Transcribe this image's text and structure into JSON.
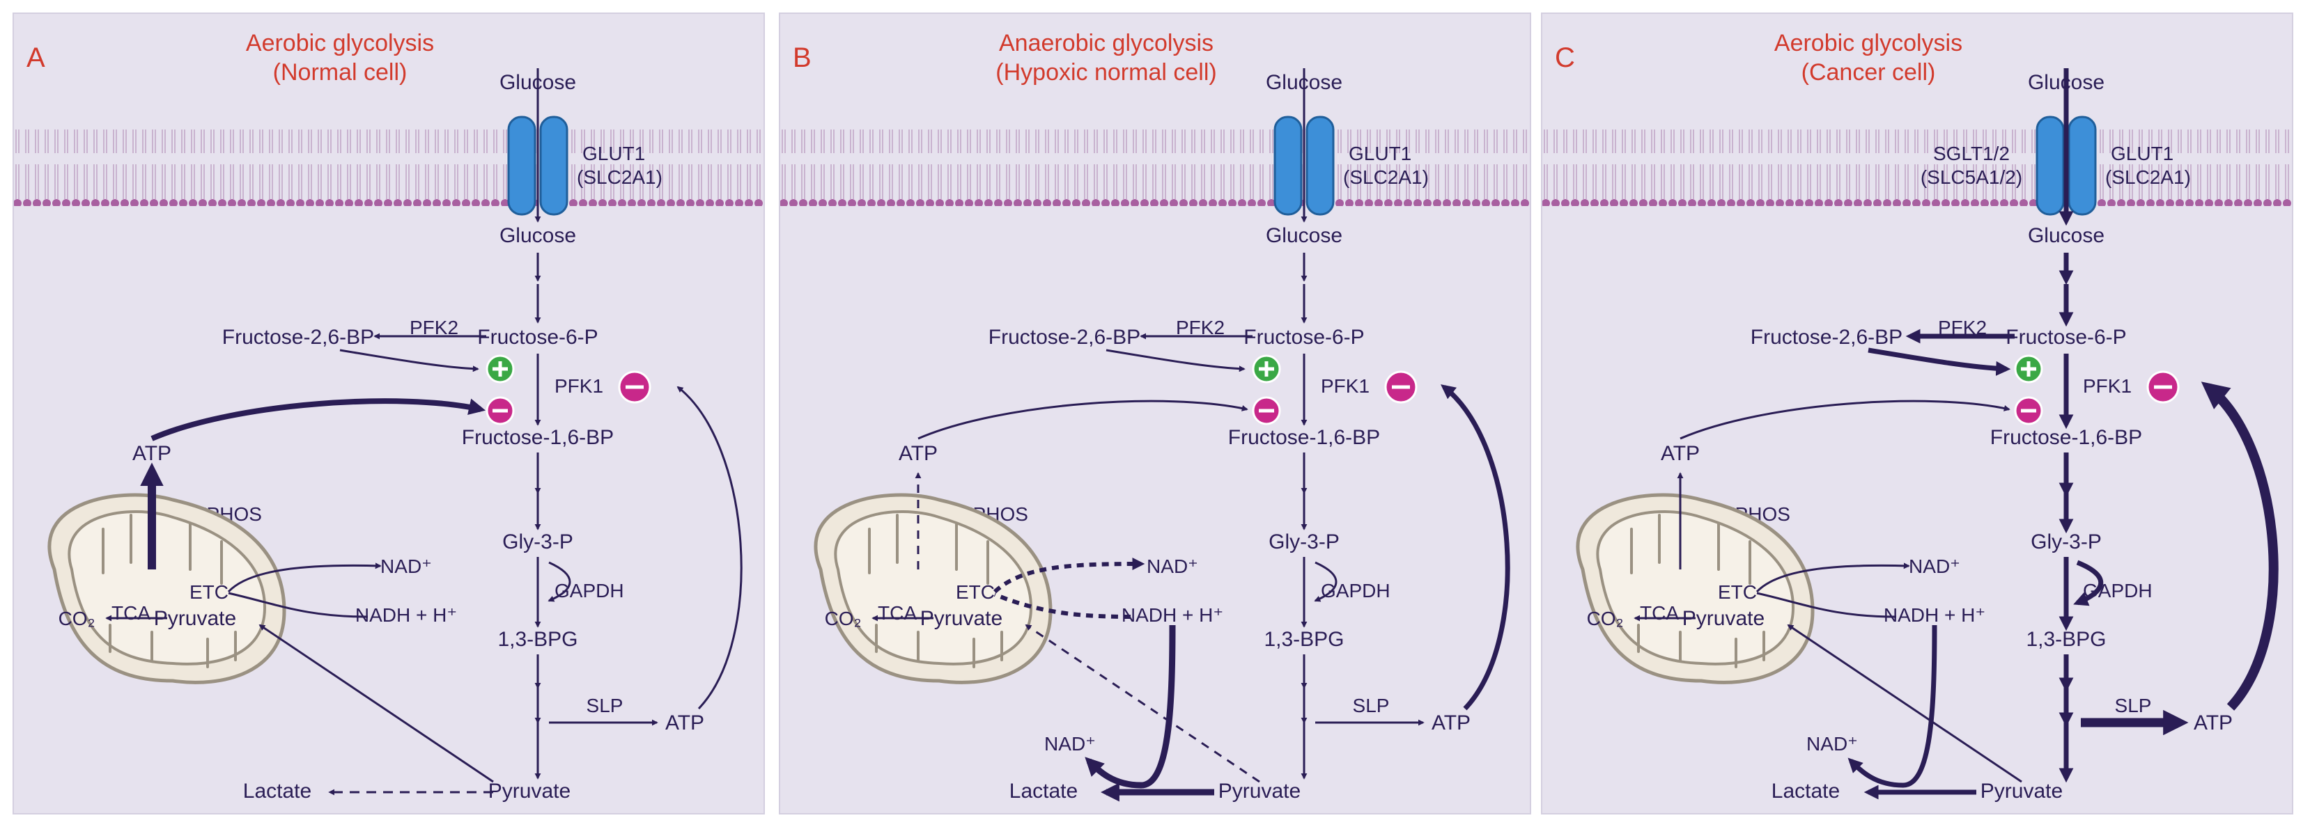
{
  "colors": {
    "panel_bg": "#e6e2ee",
    "title_red": "#d23a2c",
    "ink": "#2a1d55",
    "membrane_head": "#a85fa0",
    "membrane_tail": "#c9b3cf",
    "glut_blue": "#3d8fd8",
    "plus_green": "#3aa845",
    "minus_magenta": "#c8288a",
    "mito_fill": "#efe8dc",
    "mito_edge": "#9a9182"
  },
  "panels": [
    {
      "letter": "A",
      "title_line1": "Aerobic glycolysis",
      "title_line2": "(Normal cell)",
      "labels": {
        "glucose_out": "Glucose",
        "glucose_in": "Glucose",
        "transporter": "GLUT1",
        "transporter_gene": "(SLC2A1)",
        "sglt": "",
        "sglt_gene": "",
        "f6p": "Fructose-6-P",
        "f26bp": "Fructose-2,6-BP",
        "pfk2": "PFK2",
        "pfk1": "PFK1",
        "f16bp": "Fructose-1,6-BP",
        "atp_mito": "ATP",
        "oxphos": "OXPHOS",
        "gly3p": "Gly-3-P",
        "gapdh": "GAPDH",
        "nad": "NAD⁺",
        "nadh": "NADH + H⁺",
        "etc": "ETC",
        "tca": "TCA",
        "co2": "CO₂",
        "pyruvate_mito": "Pyruvate",
        "bpg": "1,3-BPG",
        "slp": "SLP",
        "atp_slp": "ATP",
        "nad_lactate": "",
        "lactate": "Lactate",
        "pyruvate": "Pyruvate"
      }
    },
    {
      "letter": "B",
      "title_line1": "Anaerobic glycolysis",
      "title_line2": "(Hypoxic normal cell)",
      "labels": {
        "glucose_out": "Glucose",
        "glucose_in": "Glucose",
        "transporter": "GLUT1",
        "transporter_gene": "(SLC2A1)",
        "sglt": "",
        "sglt_gene": "",
        "f6p": "Fructose-6-P",
        "f26bp": "Fructose-2,6-BP",
        "pfk2": "PFK2",
        "pfk1": "PFK1",
        "f16bp": "Fructose-1,6-BP",
        "atp_mito": "ATP",
        "oxphos": "OXPHOS",
        "gly3p": "Gly-3-P",
        "gapdh": "GAPDH",
        "nad": "NAD⁺",
        "nadh": "NADH + H⁺",
        "etc": "ETC",
        "tca": "TCA",
        "co2": "CO₂",
        "pyruvate_mito": "Pyruvate",
        "bpg": "1,3-BPG",
        "slp": "SLP",
        "atp_slp": "ATP",
        "nad_lactate": "NAD⁺",
        "lactate": "Lactate",
        "pyruvate": "Pyruvate"
      }
    },
    {
      "letter": "C",
      "title_line1": "Aerobic glycolysis",
      "title_line2": "(Cancer cell)",
      "labels": {
        "glucose_out": "Glucose",
        "glucose_in": "Glucose",
        "transporter": "GLUT1",
        "transporter_gene": "(SLC2A1)",
        "sglt": "SGLT1/2",
        "sglt_gene": "(SLC5A1/2)",
        "f6p": "Fructose-6-P",
        "f26bp": "Fructose-2,6-BP",
        "pfk2": "PFK2",
        "pfk1": "PFK1",
        "f16bp": "Fructose-1,6-BP",
        "atp_mito": "ATP",
        "oxphos": "OXPHOS",
        "gly3p": "Gly-3-P",
        "gapdh": "GAPDH",
        "nad": "NAD⁺",
        "nadh": "NADH + H⁺",
        "etc": "ETC",
        "tca": "TCA",
        "co2": "CO₂",
        "pyruvate_mito": "Pyruvate",
        "bpg": "1,3-BPG",
        "slp": "SLP",
        "atp_slp": "ATP",
        "nad_lactate": "NAD⁺",
        "lactate": "Lactate",
        "pyruvate": "Pyruvate"
      }
    }
  ]
}
